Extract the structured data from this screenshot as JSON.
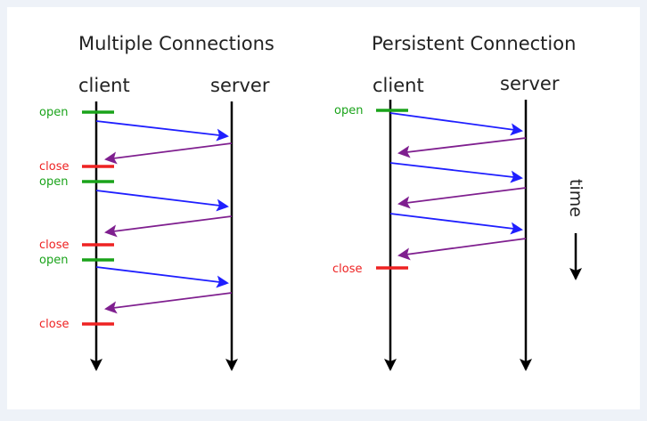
{
  "colors": {
    "page_border": "#eef2f8",
    "canvas_bg": "#ffffff",
    "lifeline": "#000000",
    "request_arrow": "#1f1fff",
    "response_arrow": "#7f1f8f",
    "open_marker": "#1aa31a",
    "close_marker": "#ee2222"
  },
  "left_panel": {
    "title": "Multiple Connections",
    "client_label": "client",
    "server_label": "server",
    "open_label": "open",
    "close_label": "close"
  },
  "right_panel": {
    "title": "Persistent Connection",
    "client_label": "client",
    "server_label": "server",
    "open_label": "open",
    "close_label": "close"
  },
  "time_label": "time"
}
